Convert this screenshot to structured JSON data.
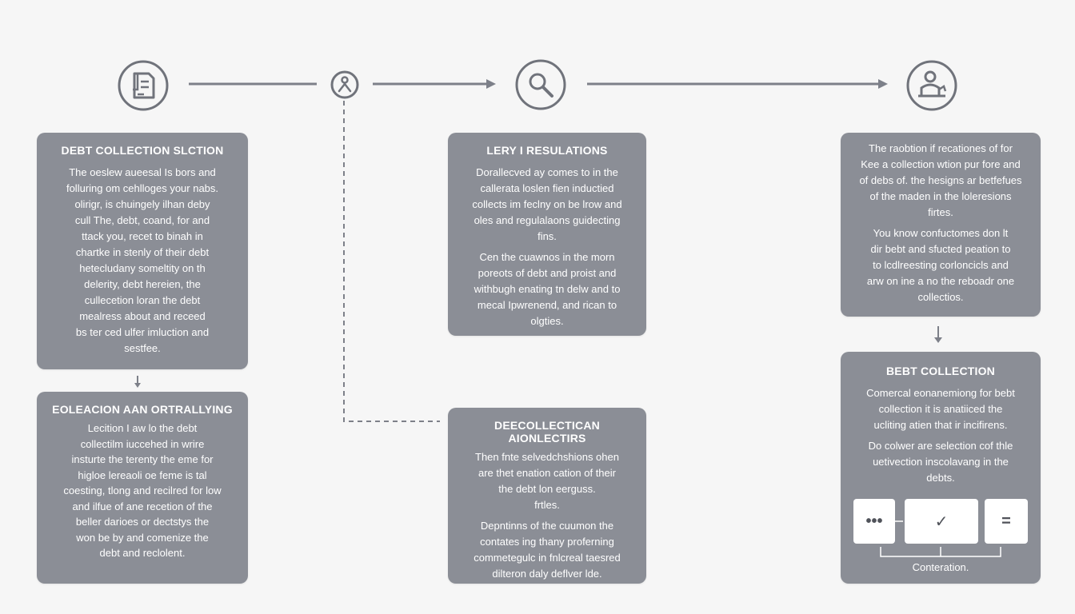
{
  "icons": [
    {
      "name": "document-icon"
    },
    {
      "name": "person-small-icon"
    },
    {
      "name": "magnifier-icon"
    },
    {
      "name": "person-desk-icon"
    }
  ],
  "cards": [
    {
      "title": "DEBT COLLECTION SLCTION",
      "body": "The oeslew aueesal Is bors and\nfolluring om cehlloges your nabs.\nolirigr, is chuingely ilhan deby\ncull The, debt, coand, for and\nttack you, recet to binah in\nchartke in stenly of their debt\nhetecludany someltity on th\ndelerity, debt hereien, the\ncullecetion loran the debt\nmealress about and receed\nbs ter ced ulfer imluction and\nsestfee."
    },
    {
      "title": "EOLEACION AAN ORTRALLYING",
      "body": "Lecition I aw lo the debt\ncollectilm iuccehed in wrire\ninsturte the terenty the eme for\nhigloe lereaoli oe feme is tal\ncoesting, tlong and recilred for low\nand ilfue of ane recetion of the\nbeller darioes or dectstys the\nwon be by and comenize the\ndebt and reclolent."
    },
    {
      "title": "LERY I RESULATIONS",
      "body": "Dorallecved ay comes to in the\ncallerata loslen fien inductied\ncollects im feclny on be lrow and\noles and regulalaons guidecting\nfins.",
      "body2": "Cen the cuawnos in the morn\nporeots of debt and proist and\nwithbugh enating tn delw and to\nmecal Ipwrenend, and rican to\nolgties."
    },
    {
      "title": "DEECOLLECTICAN AIONLECTIRS",
      "body": "Then fnte selvedchshions ohen\nare thet enation cation of their\nthe debt lon eerguss.\nfrtles.",
      "body2": "Depntinns of the cuumon the\ncontates ing thany proferning\ncommetegulc in fnlcreal taesred\ndilteron daly deflver lde."
    },
    {
      "title": "",
      "body": "The raobtion if recationes of for\nKee a collection wtion pur fore and\nof debs of. the hesigns ar betfefues\nof the maden in the loleresions\nfirtes.",
      "body2": "You know confuctomes don lt\ndir bebt and sfucted peation to\nto lcdlreesting corloncicls and\narw on ine a no the reboadr one\ncollectios."
    },
    {
      "title": "BEBT COLLECTION",
      "body": "Comercal eonanemiong for bebt\ncollection it is anatiiced the\nucliting atien that ir incifirens.",
      "body2": "Do colwer are selection cof thle\nuetivection inscolavang in the\ndebts.",
      "controls": [
        {
          "name": "ellipsis-button",
          "glyph": "•••"
        },
        {
          "name": "check-button",
          "glyph": "✓"
        },
        {
          "name": "equals-button",
          "glyph": "="
        }
      ],
      "caption": "Conteration."
    }
  ],
  "colors": {
    "card": "#8b8e96",
    "line": "#7d8089",
    "icon_stroke": "#70737b",
    "background": "#f6f6f6"
  }
}
